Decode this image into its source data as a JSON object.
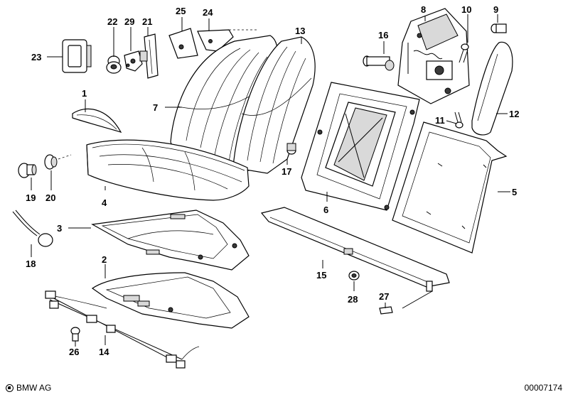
{
  "diagram": {
    "title": "Rear seat exploded parts diagram",
    "callouts": [
      "1",
      "2",
      "3",
      "4",
      "5",
      "6",
      "7",
      "8",
      "9",
      "10",
      "11",
      "12",
      "13",
      "14",
      "15",
      "16",
      "17",
      "18",
      "19",
      "20",
      "21",
      "22",
      "23",
      "24",
      "25",
      "26",
      "27",
      "28",
      "29"
    ]
  },
  "footer": {
    "brand": "BMW AG",
    "diagram_id": "00007174"
  }
}
